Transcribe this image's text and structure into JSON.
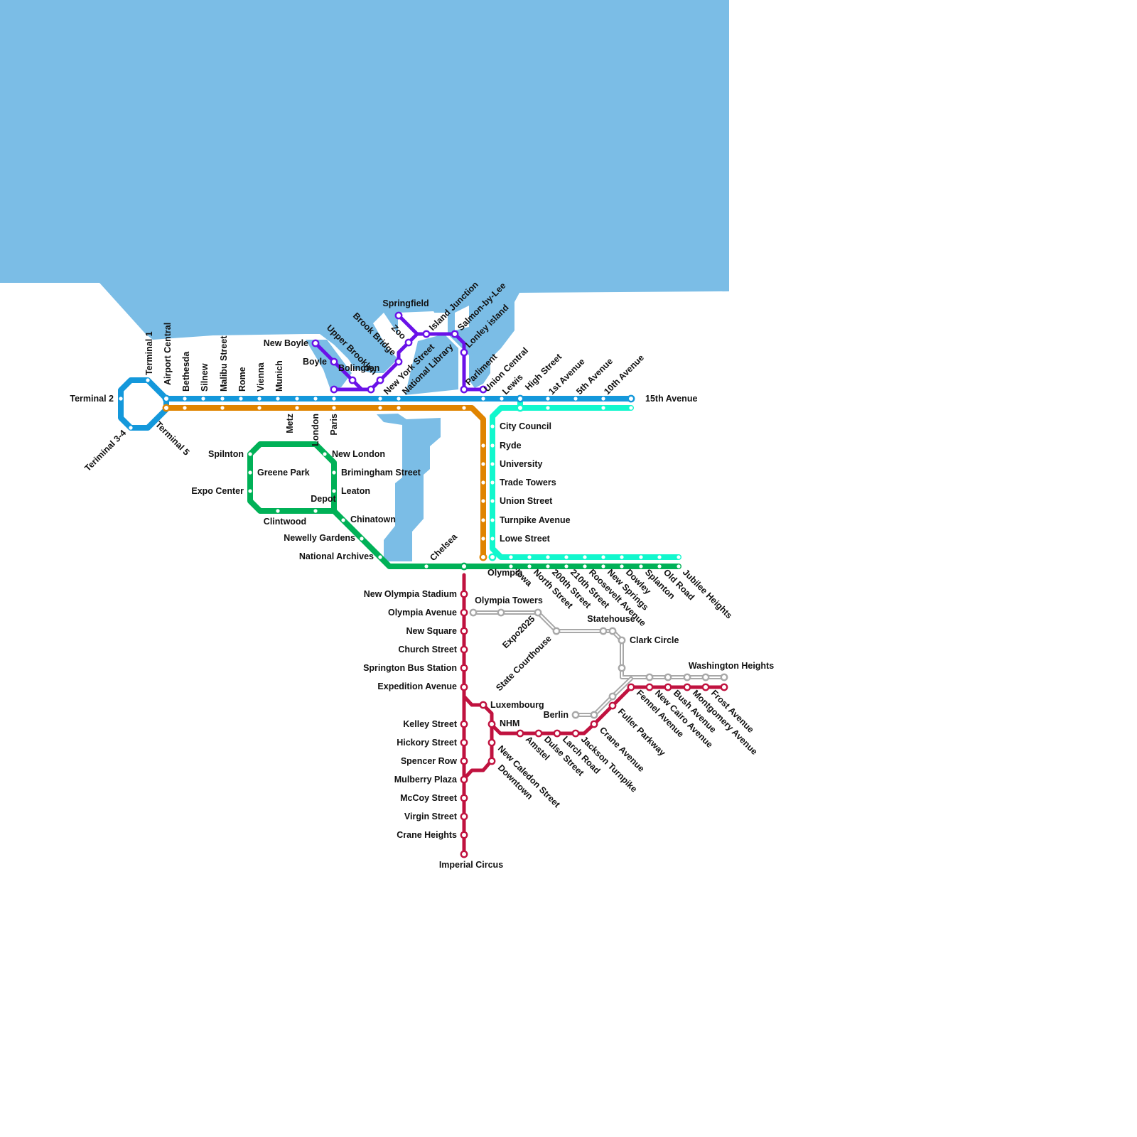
{
  "map": {
    "water_color": "#7bbde6",
    "lines": [
      {
        "id": "blue",
        "color": "#1498db"
      },
      {
        "id": "orange",
        "color": "#e08400"
      },
      {
        "id": "green",
        "color": "#00b157"
      },
      {
        "id": "purple",
        "color": "#6a11e8"
      },
      {
        "id": "teal",
        "color": "#12f7cd"
      },
      {
        "id": "red",
        "color": "#c0123f"
      },
      {
        "id": "gray",
        "color": "#a8a8a8"
      }
    ],
    "stations": {
      "blue": [
        "Terminal 1",
        "Terminal 2",
        "Teriminal 3-4",
        "Terminal 5",
        "Airport Central",
        "Bethesda",
        "Silnew",
        "Malibu Street",
        "Rome",
        "Vienna",
        "Munich",
        "Metz",
        "London",
        "Paris",
        "New York Street",
        "National Library",
        "Union Central",
        "Lewis",
        "High Street",
        "1st Avenue",
        "5th Avenue",
        "10th Avenue",
        "15th Avenue"
      ],
      "purple": [
        "New Boyle",
        "Boyle",
        "Bolington",
        "Upper Brooklyn",
        "Brook Bridge",
        "Zoo",
        "Springfield",
        "Island Junction",
        "Salmon-by-Lee",
        "Lonley island",
        "Parliment"
      ],
      "teal": [
        "City Council",
        "Ryde",
        "University",
        "Trade Towers",
        "Union Street",
        "Turnpike Avenue",
        "Lowe Street"
      ],
      "green": [
        "Spilnton",
        "Greene Park",
        "Expo Center",
        "Clintwood",
        "Depot",
        "New London",
        "Brimingham Street",
        "Leaton",
        "Chinatown",
        "Newelly Gardens",
        "National Archives",
        "Chelsea",
        "Olympia",
        "Iowa",
        "North Street",
        "200th Street",
        "210th Street",
        "Roosevelt Avenue",
        "New Springs",
        "Dowley",
        "Splanton",
        "Old Road",
        "Jubilee Heights"
      ],
      "red": [
        "New Olympia Stadium",
        "Olympia Avenue",
        "New Square",
        "Church Street",
        "Springton Bus Station",
        "Expedition Avenue",
        "Luxembourg",
        "Kelley Street",
        "Hickory Street",
        "Spencer Row",
        "Mulberry Plaza",
        "McCoy Street",
        "Virgin Street",
        "Crane Heights",
        "Imperial Circus",
        "NHM",
        "Amstel",
        "Dulse Street",
        "Larch Road",
        "Jackson Turnpike",
        "Crane Avenue",
        "Fuller Parkway",
        "Fennel Avenue",
        "New Cairo Avenue",
        "Bush Avenue",
        "Montgomery Avenue",
        "Frost Avenue",
        "Downtown",
        "New Caledon Street"
      ],
      "gray": [
        "Olympia Towers",
        "Expo2025",
        "State Courthouse",
        "Statehouse",
        "Clark Circle",
        "Washington Heights",
        "Berlin"
      ]
    }
  }
}
